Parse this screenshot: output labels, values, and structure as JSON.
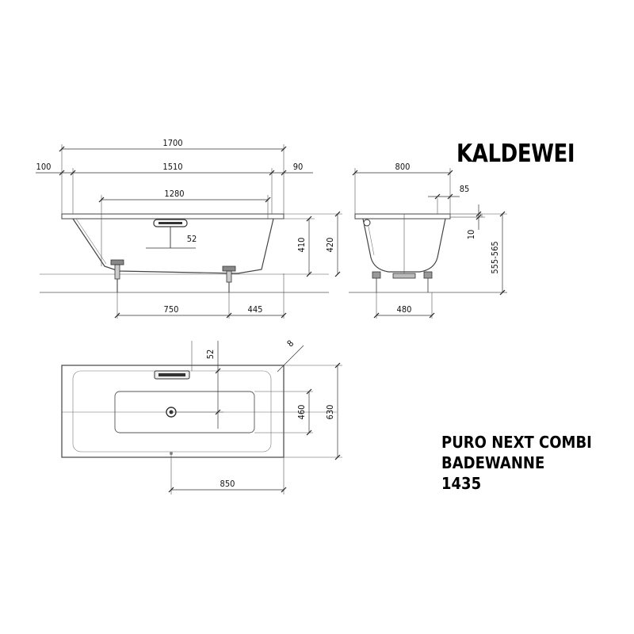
{
  "brand": "KALDEWEI",
  "product": {
    "line1": "PURO NEXT COMBI",
    "line2": "BADEWANNE",
    "line3": "1435"
  },
  "dimensions": {
    "total_length": "1700",
    "left_rim": "100",
    "inner_length": "1510",
    "right_rim": "90",
    "bottom_length": "1280",
    "overflow_offset": "52",
    "tub_height": "410",
    "rim_height": "420",
    "feet_spacing": "750",
    "feet_right_offset": "445",
    "width": "800",
    "side_rim": "85",
    "rim_thickness": "10",
    "height_range": "555-565",
    "feet_width": "480",
    "plan_overflow": "52",
    "corner_radius": "8",
    "inner_width": "460",
    "outer_width": "630",
    "drain_position": "850"
  }
}
